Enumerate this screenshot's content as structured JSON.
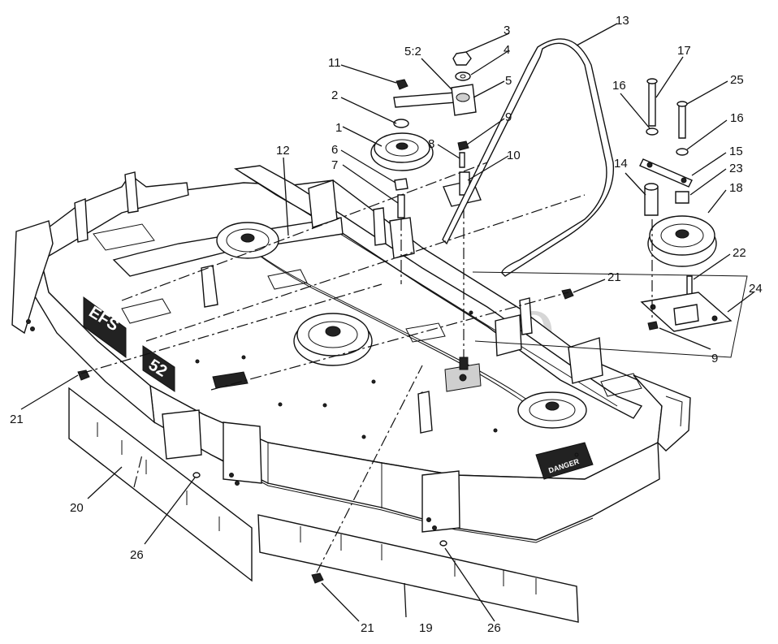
{
  "diagram": {
    "watermark": "PartsTree",
    "decals": {
      "danger": "DANGER",
      "side_brand": "EFS",
      "side_model": "52"
    },
    "callouts": [
      {
        "id": "c1",
        "label": "1"
      },
      {
        "id": "c2",
        "label": "2"
      },
      {
        "id": "c3",
        "label": "3"
      },
      {
        "id": "c4",
        "label": "4"
      },
      {
        "id": "c5",
        "label": "5"
      },
      {
        "id": "c5_2",
        "label": "5:2"
      },
      {
        "id": "c6",
        "label": "6"
      },
      {
        "id": "c7",
        "label": "7"
      },
      {
        "id": "c8",
        "label": "8"
      },
      {
        "id": "c9a",
        "label": "9"
      },
      {
        "id": "c9b",
        "label": "9"
      },
      {
        "id": "c10",
        "label": "10"
      },
      {
        "id": "c11",
        "label": "11"
      },
      {
        "id": "c12",
        "label": "12"
      },
      {
        "id": "c13",
        "label": "13"
      },
      {
        "id": "c14",
        "label": "14"
      },
      {
        "id": "c15",
        "label": "15"
      },
      {
        "id": "c16a",
        "label": "16"
      },
      {
        "id": "c16b",
        "label": "16"
      },
      {
        "id": "c17",
        "label": "17"
      },
      {
        "id": "c18",
        "label": "18"
      },
      {
        "id": "c19",
        "label": "19"
      },
      {
        "id": "c20",
        "label": "20"
      },
      {
        "id": "c21a",
        "label": "21"
      },
      {
        "id": "c21b",
        "label": "21"
      },
      {
        "id": "c21c",
        "label": "21"
      },
      {
        "id": "c22",
        "label": "22"
      },
      {
        "id": "c23",
        "label": "23"
      },
      {
        "id": "c24",
        "label": "24"
      },
      {
        "id": "c25",
        "label": "25"
      },
      {
        "id": "c26a",
        "label": "26"
      },
      {
        "id": "c26b",
        "label": "26"
      }
    ]
  }
}
